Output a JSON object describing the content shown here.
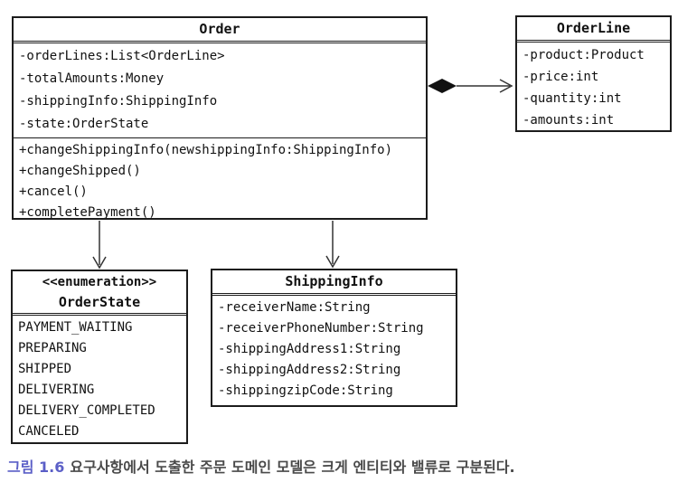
{
  "diagram": {
    "type": "uml-class-diagram",
    "classes": {
      "order": {
        "title": "Order",
        "attributes": [
          "-orderLines:List<OrderLine>",
          "-totalAmounts:Money",
          "-shippingInfo:ShippingInfo",
          "-state:OrderState"
        ],
        "methods": [
          "+changeShippingInfo(newshippingInfo:ShippingInfo)",
          "+changeShipped()",
          "+cancel()",
          "+completePayment()"
        ]
      },
      "order_line": {
        "title": "OrderLine",
        "attributes": [
          "-product:Product",
          "-price:int",
          "-quantity:int",
          "-amounts:int"
        ]
      },
      "order_state": {
        "stereotype": "<<enumeration>>",
        "title": "OrderState",
        "values": [
          "PAYMENT_WAITING",
          "PREPARING",
          "SHIPPED",
          "DELIVERING",
          "DELIVERY_COMPLETED",
          "CANCELED"
        ]
      },
      "shipping_info": {
        "title": "ShippingInfo",
        "attributes": [
          "-receiverName:String",
          "-receiverPhoneNumber:String",
          "-shippingAddress1:String",
          "-shippingAddress2:String",
          "-shippingzipCode:String"
        ]
      }
    },
    "relationships": [
      {
        "type": "composition",
        "from": "Order",
        "to": "OrderLine"
      },
      {
        "type": "directed-arrow",
        "from": "Order",
        "to": "OrderState"
      },
      {
        "type": "directed-arrow",
        "from": "Order",
        "to": "ShippingInfo"
      }
    ],
    "line_color": "#1c1c1c"
  },
  "caption": {
    "label": "그림 1.6",
    "text": "요구사항에서 도출한 주문 도메인 모델은 크게 엔티티와 밸류로 구분된다.",
    "label_color": "#5b5fc7",
    "text_color": "#4a4a4a"
  }
}
